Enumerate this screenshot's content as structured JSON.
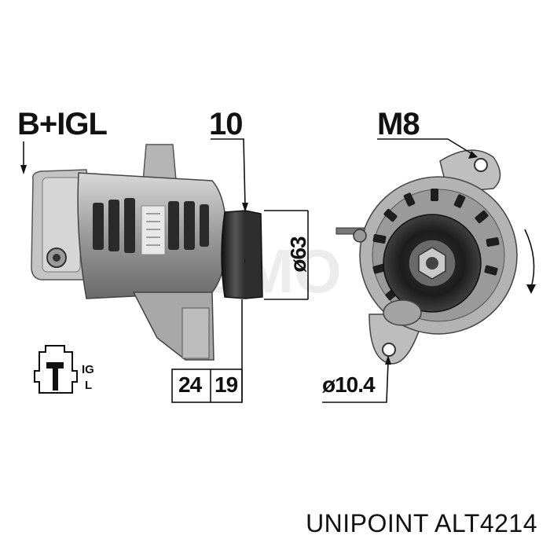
{
  "labels": {
    "terminal": "B+IGL",
    "pulley_grooves": "10",
    "mount_bolt": "M8",
    "pulley_diameter": "ø63",
    "dim_a": "24",
    "dim_b": "19",
    "hole_diameter": "ø10.4",
    "connector_ig": "IG",
    "connector_l": "L"
  },
  "watermark": "MESMO",
  "footer": {
    "brand": "UNIPOINT",
    "part_number": "ALT4214"
  },
  "colors": {
    "ink": "#111111",
    "metal_light": "#c8c8c8",
    "metal_mid": "#8f8f8f",
    "metal_dark": "#3a3a3a"
  }
}
